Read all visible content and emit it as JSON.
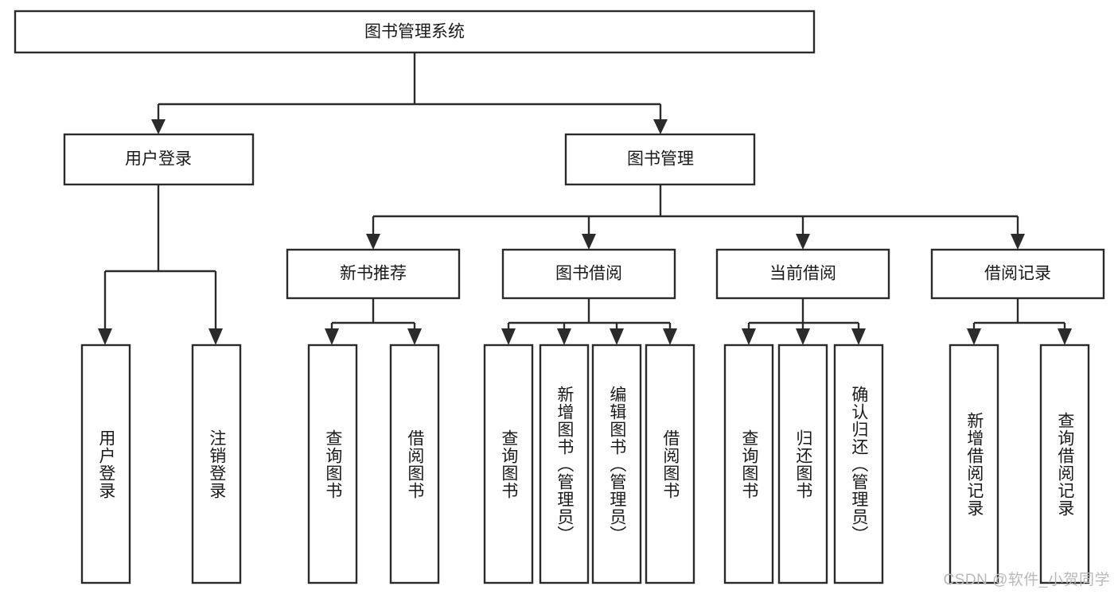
{
  "diagram": {
    "type": "tree",
    "title": "图书管理系统",
    "root": {
      "id": "root",
      "label": "图书管理系统",
      "orientation": "horizontal"
    },
    "level2": [
      {
        "id": "user-login",
        "label": "用户登录",
        "orientation": "horizontal"
      },
      {
        "id": "book-manage",
        "label": "图书管理",
        "orientation": "horizontal"
      }
    ],
    "level3": [
      {
        "id": "new-book-recommend",
        "label": "新书推荐",
        "orientation": "horizontal",
        "parent": "book-manage"
      },
      {
        "id": "book-borrow",
        "label": "图书借阅",
        "orientation": "horizontal",
        "parent": "book-manage"
      },
      {
        "id": "current-borrow",
        "label": "当前借阅",
        "orientation": "horizontal",
        "parent": "book-manage"
      },
      {
        "id": "borrow-record",
        "label": "借阅记录",
        "orientation": "horizontal",
        "parent": "book-manage"
      }
    ],
    "leaves": [
      {
        "id": "leaf-user-login",
        "label": "用户登录",
        "orientation": "vertical",
        "parent": "user-login"
      },
      {
        "id": "leaf-logout-login",
        "label": "注销登录",
        "orientation": "vertical",
        "parent": "user-login"
      },
      {
        "id": "leaf-query-book-1",
        "label": "查询图书",
        "orientation": "vertical",
        "parent": "new-book-recommend"
      },
      {
        "id": "leaf-borrow-book-1",
        "label": "借阅图书",
        "orientation": "vertical",
        "parent": "new-book-recommend"
      },
      {
        "id": "leaf-query-book-2",
        "label": "查询图书",
        "orientation": "vertical",
        "parent": "book-borrow"
      },
      {
        "id": "leaf-add-book",
        "label": "新增图书（管理员）",
        "orientation": "vertical",
        "parent": "book-borrow"
      },
      {
        "id": "leaf-edit-book",
        "label": "编辑图书（管理员）",
        "orientation": "vertical",
        "parent": "book-borrow"
      },
      {
        "id": "leaf-borrow-book-2",
        "label": "借阅图书",
        "orientation": "vertical",
        "parent": "book-borrow"
      },
      {
        "id": "leaf-query-book-3",
        "label": "查询图书",
        "orientation": "vertical",
        "parent": "current-borrow"
      },
      {
        "id": "leaf-return-book",
        "label": "归还图书",
        "orientation": "vertical",
        "parent": "current-borrow"
      },
      {
        "id": "leaf-confirm-return",
        "label": "确认归还（管理员）",
        "orientation": "vertical",
        "parent": "current-borrow"
      },
      {
        "id": "leaf-add-record",
        "label": "新增借阅记录",
        "orientation": "vertical",
        "parent": "borrow-record"
      },
      {
        "id": "leaf-query-record",
        "label": "查询借阅记录",
        "orientation": "vertical",
        "parent": "borrow-record"
      }
    ],
    "colors": {
      "stroke": "#2b2b2b",
      "fill": "#ffffff",
      "text": "#1a1a1a",
      "background": "#ffffff",
      "watermark": "#b9b9b9"
    }
  },
  "watermark": {
    "text": "CSDN @软件_小贺同学"
  }
}
